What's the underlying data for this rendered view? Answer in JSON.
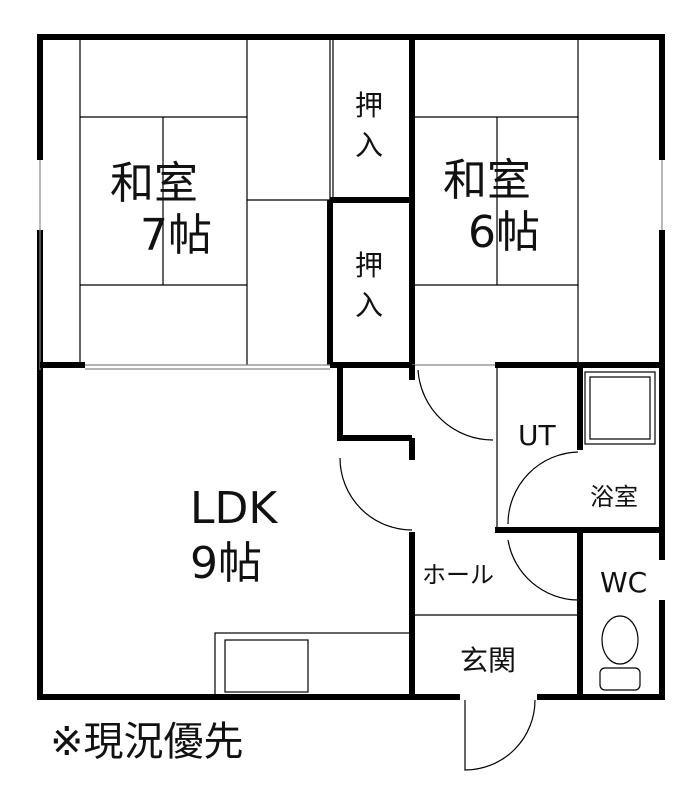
{
  "rooms": {
    "washitsu7": {
      "name": "和室",
      "size": "7帖"
    },
    "washitsu6": {
      "name": "和室",
      "size": "6帖"
    },
    "closet_upper": {
      "name1": "押",
      "name2": "入"
    },
    "closet_lower": {
      "name1": "押",
      "name2": "入"
    },
    "ldk": {
      "name": "LDK",
      "size": "9帖"
    },
    "ut": "UT",
    "bath": "浴室",
    "hall": "ホール",
    "wc": "WC",
    "genkan": "玄関"
  },
  "note": "※現況優先"
}
